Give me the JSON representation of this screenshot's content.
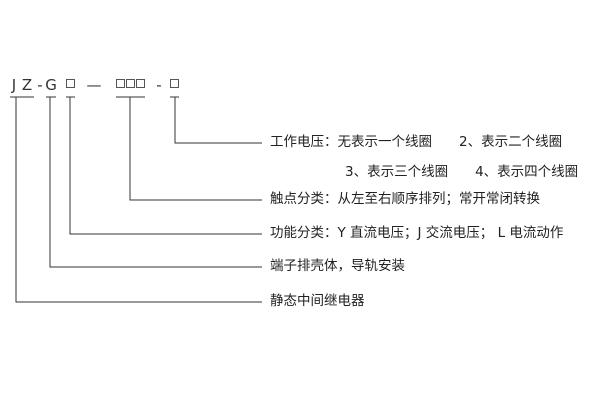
{
  "model_code": {
    "prefix_letters": [
      "J",
      "Z"
    ],
    "dash_1": "-",
    "g_letter": "G",
    "dash_2": "—",
    "dash_3": "-"
  },
  "descriptions": {
    "working_voltage": "工作电压：无表示一个线圈　　2、表示二个线圈",
    "working_voltage_cont": "3、表示三个线圈　　4、表示四个线圈",
    "contact_class": "触点分类：从左至右顺序排列；常开常闭转换",
    "function_class": "功能分类：Y 直流电压；J 交流电压； L 电流动作",
    "terminal_type": "端子排壳体，导轨安装",
    "product_name": "静态中间继电器"
  },
  "colors": {
    "line": "#333333",
    "text": "#222222",
    "box_border": "#555555"
  }
}
